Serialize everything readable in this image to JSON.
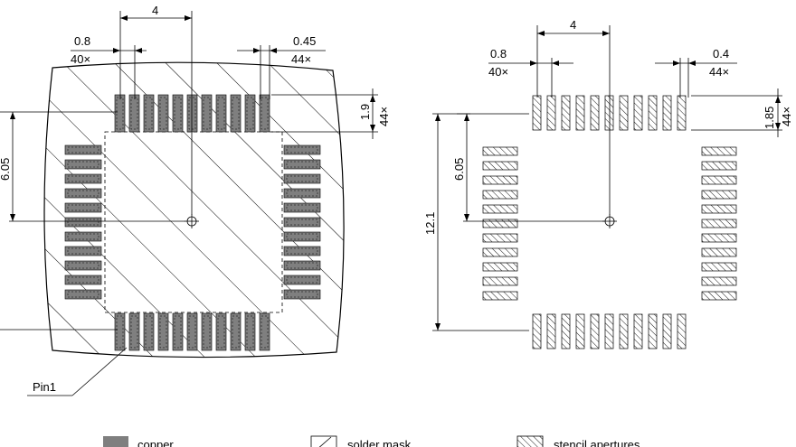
{
  "left_view": {
    "dims": {
      "span": "4",
      "pitch": "0.8",
      "pitch_count": "40×",
      "width": "0.45",
      "width_count": "44×",
      "length": "1.9",
      "length_count": "44×",
      "half_row": "6.05"
    },
    "pin_label": "Pin1"
  },
  "right_view": {
    "dims": {
      "span": "4",
      "pitch": "0.8",
      "pitch_count": "40×",
      "width": "0.4",
      "width_count": "44×",
      "length": "1.85",
      "length_count": "44×",
      "half_row": "6.05",
      "row_span": "12.1"
    }
  },
  "legend": [
    {
      "label": "copper",
      "icon": "copper-swatch-icon"
    },
    {
      "label": "solder mask",
      "icon": "solder-mask-swatch-icon"
    },
    {
      "label": "stencil apertures",
      "icon": "stencil-swatch-icon"
    }
  ],
  "colors": {
    "copper": "#7f7f7f",
    "line": "#000000"
  }
}
